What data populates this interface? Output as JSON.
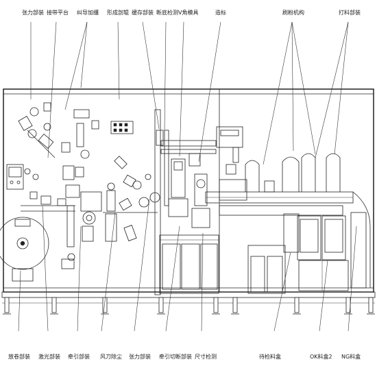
{
  "top_labels": [
    {
      "id": "tension-top",
      "text": "张力部装"
    },
    {
      "id": "splice-table",
      "text": "接带平台"
    },
    {
      "id": "guide-roller",
      "text": "纠导加缰"
    },
    {
      "id": "forming-roll",
      "text": "形成剖辊"
    },
    {
      "id": "buffer",
      "text": "缓存部装"
    },
    {
      "id": "defect-detect",
      "text": "断底检测"
    },
    {
      "id": "v-mold",
      "text": "V角模具"
    },
    {
      "id": "mark",
      "text": "造标"
    },
    {
      "id": "brush",
      "text": "刷粉机构"
    },
    {
      "id": "marking-unit",
      "text": "打料部装"
    }
  ],
  "bottom_labels": [
    {
      "id": "unwind",
      "text": "放卷部装"
    },
    {
      "id": "laser",
      "text": "激光部装"
    },
    {
      "id": "traction-1",
      "text": "牵引部装"
    },
    {
      "id": "dust-removal",
      "text": "风刀除尘"
    },
    {
      "id": "tension-bottom",
      "text": "张力部装"
    },
    {
      "id": "traction-cut",
      "text": "牵引切断部装"
    },
    {
      "id": "size-check",
      "text": "尺寸检测"
    },
    {
      "id": "pending-box",
      "text": "待检料盒"
    },
    {
      "id": "ok-box-2",
      "text": "OK料盒2"
    },
    {
      "id": "ng-box",
      "text": "NG料盒"
    }
  ]
}
